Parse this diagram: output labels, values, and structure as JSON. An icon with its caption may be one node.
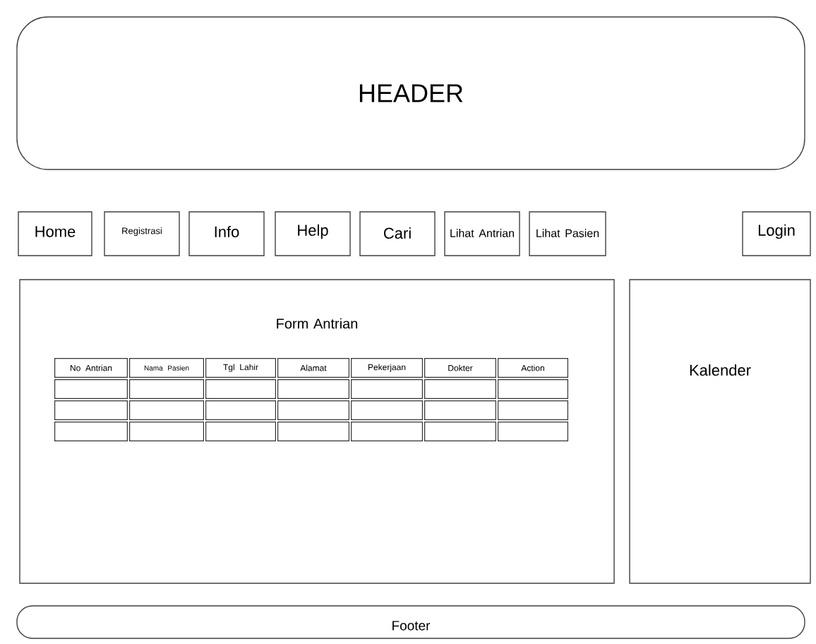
{
  "diagram": {
    "nodes": [
      {
        "text": [
          "HEADER"
        ]
      },
      {
        "text": [
          "Home"
        ]
      },
      {
        "text": [
          "Registrasi"
        ]
      },
      {
        "text": [
          "Info"
        ]
      },
      {
        "text": [
          "Help"
        ]
      },
      {
        "text": [
          "Cari"
        ]
      },
      {
        "text": [
          "Lihat Antrian"
        ]
      },
      {
        "text": [
          "Lihat Pasien"
        ]
      },
      {
        "text": [
          "Login"
        ]
      },
      {
        "text": [
          "Form Antrian"
        ]
      },
      {
        "text": [
          "Kalender"
        ]
      },
      {
        "text": [
          "Footer"
        ]
      }
    ],
    "edges": [],
    "labels": [
      "No Antrian",
      "Nama Pasien",
      "Tgl Lahir",
      "Alamat",
      "Pekerjaan",
      "Dokter",
      "Action"
    ]
  }
}
